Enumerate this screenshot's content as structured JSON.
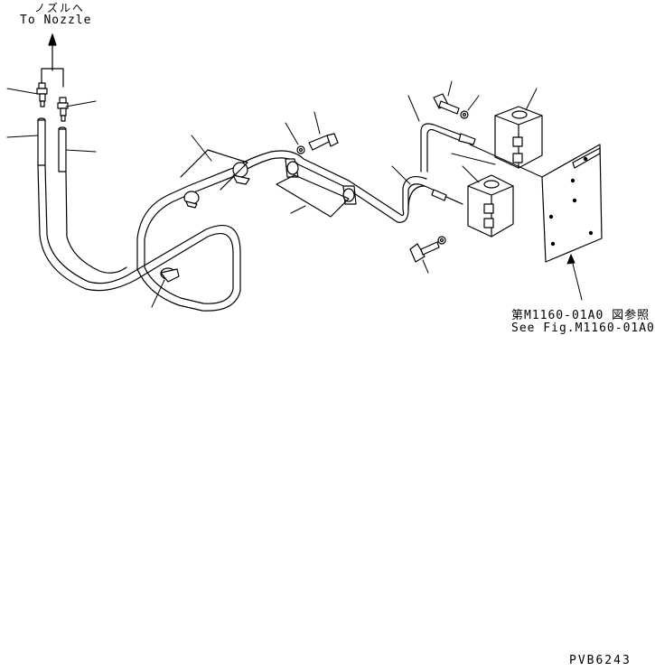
{
  "labels": {
    "to_nozzle_jp": "ノズルへ",
    "to_nozzle_en": "To Nozzle",
    "see_fig_jp": "第M1160-01A0 図参照",
    "see_fig_en": "See Fig.M1160-01A0",
    "drawing_code": "PVB6243"
  }
}
